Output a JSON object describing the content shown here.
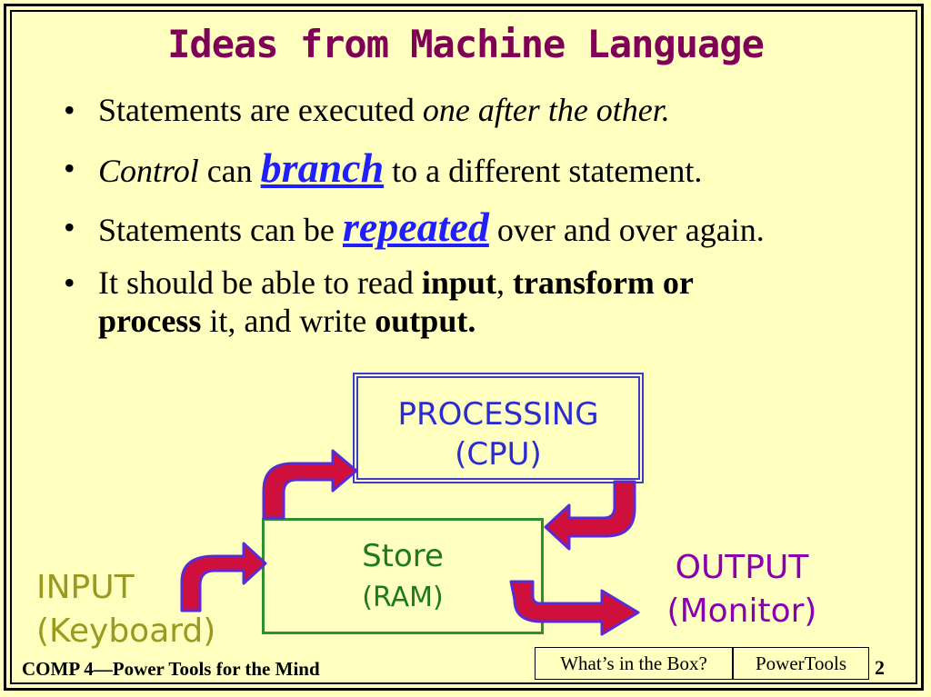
{
  "slide": {
    "title": "Ideas from Machine Language",
    "bullet_glyph": "•",
    "bullets": [
      {
        "t1": "Statements are executed ",
        "t2": "one after the other."
      },
      {
        "t1": "Control",
        "t2": " can ",
        "link": "branch",
        "t3": " to a different statement."
      },
      {
        "t1": "Statements can be ",
        "link": "repeated",
        "t2": " over and over again."
      },
      {
        "t1": "It should be able to read ",
        "b1": "input",
        "t2": ", ",
        "b2": "transform or",
        "b3": "process",
        "t3": " it, and write ",
        "b4": "output."
      }
    ]
  },
  "diagram": {
    "processing": {
      "line1": "PROCESSING",
      "line2": "(CPU)",
      "color": "#2b2bd0"
    },
    "store": {
      "line1": "Store",
      "line2": "(RAM)",
      "color": "#1f7a1f"
    },
    "input": {
      "line1": "INPUT",
      "line2": "(Keyboard)",
      "color": "#9a9a20"
    },
    "output": {
      "line1": "OUTPUT",
      "line2": "(Monitor)",
      "color": "#8a00b0"
    },
    "arrow_fill": "#d0103c",
    "arrow_stroke": "#5a2ad8"
  },
  "footer": {
    "left": "COMP 4—Power Tools for the Mind",
    "box1": "What’s in the Box?",
    "box2": "PowerTools",
    "page": "2"
  }
}
